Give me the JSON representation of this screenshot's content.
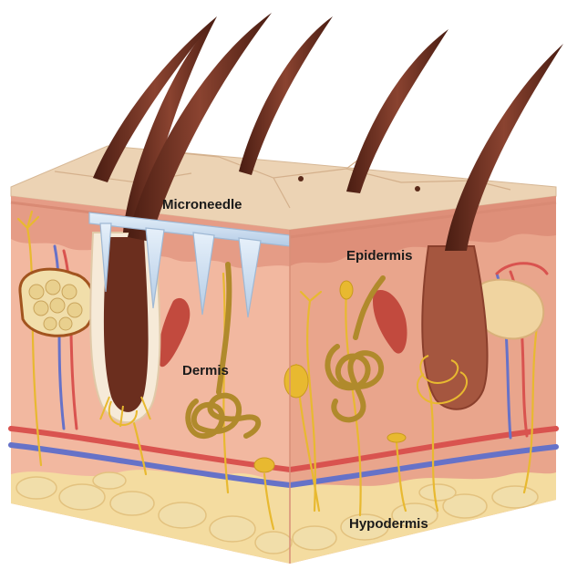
{
  "labels": {
    "microneedle": "Microneedle",
    "epidermis": "Epidermis",
    "dermis": "Dermis",
    "hypodermis": "Hypodermis"
  },
  "colors": {
    "skin_top": "#ecd3b4",
    "epidermis": "#e59c86",
    "dermis_front": "#f2b8a0",
    "dermis_side": "#e9a58c",
    "hypodermis": "#f4dca0",
    "hair": "#6b2e1e",
    "microneedle": "#c9dcef",
    "nerve": "#e8b930",
    "artery": "#d9534f",
    "vein": "#6672c8",
    "sweat_gland": "#b08a2c",
    "fat_cells": "#f1deaa"
  }
}
